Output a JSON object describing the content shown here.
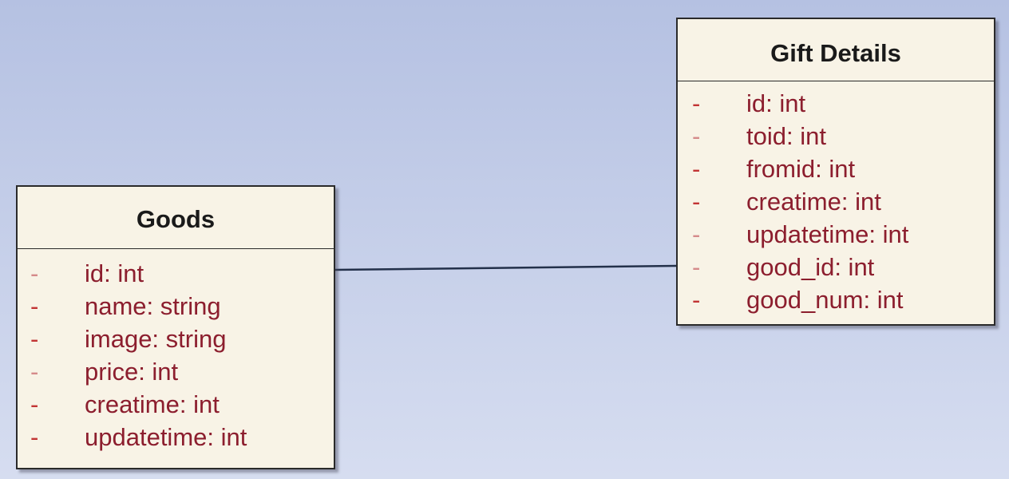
{
  "diagram": {
    "background_top": "#b5c1e2",
    "background_bottom": "#d6ddf0",
    "line_color": "#23304a",
    "classes": {
      "goods": {
        "name": "Goods",
        "attributes": [
          {
            "visibility": "-",
            "text": "id:  int"
          },
          {
            "visibility": "-",
            "text": "name:  string"
          },
          {
            "visibility": "-",
            "text": "image:  string"
          },
          {
            "visibility": "-",
            "text": "price:  int"
          },
          {
            "visibility": "-",
            "text": "creatime:  int"
          },
          {
            "visibility": "-",
            "text": "updatetime:  int"
          }
        ]
      },
      "gift_details": {
        "name": "Gift Details",
        "attributes": [
          {
            "visibility": "-",
            "text": "id:  int"
          },
          {
            "visibility": "-",
            "text": "toid:  int"
          },
          {
            "visibility": "-",
            "text": "fromid:  int"
          },
          {
            "visibility": "-",
            "text": "creatime:  int"
          },
          {
            "visibility": "-",
            "text": "updatetime:  int"
          },
          {
            "visibility": "-",
            "text": "good_id:  int"
          },
          {
            "visibility": "-",
            "text": "good_num:  int"
          }
        ]
      }
    }
  }
}
